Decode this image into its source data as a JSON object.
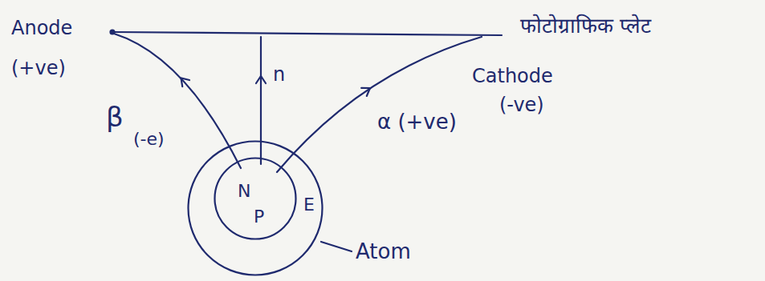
{
  "diagram": {
    "nodes": [
      {
        "text": [
          "E"
        ]
      },
      {
        "text": [
          "N",
          "P"
        ],
        "in": 0
      }
    ],
    "labels": [
      "Anode",
      "(+ve)",
      "β",
      "(-e)",
      "n",
      "α (+ve)",
      "Cathode",
      "(-ve)",
      "फोटोग्राफिक प्लेट",
      "Atom"
    ]
  }
}
